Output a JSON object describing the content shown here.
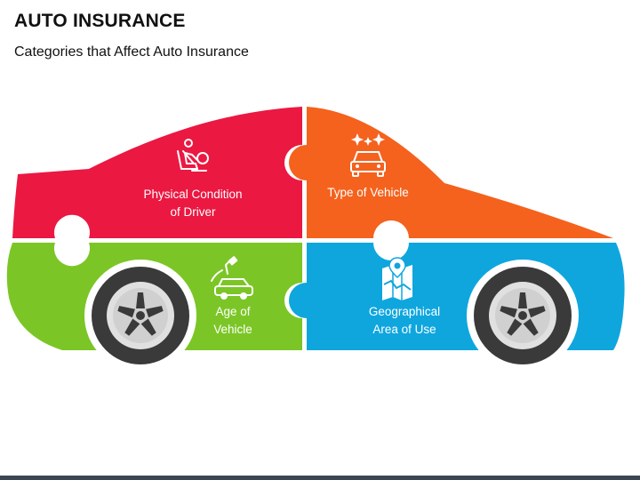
{
  "header": {
    "title": "AUTO INSURANCE",
    "subtitle": "Categories that Affect Auto Insurance"
  },
  "segments": [
    {
      "label_line1": "Physical Condition",
      "label_line2": "of Driver",
      "color": "#EB1842",
      "icon": "driver-seatbelt-icon"
    },
    {
      "label_line1": "Type of Vehicle",
      "label_line2": "",
      "color": "#F4621E",
      "icon": "sparkling-car-icon"
    },
    {
      "label_line1": "Age of",
      "label_line2": "Vehicle",
      "color": "#7BC626",
      "icon": "electric-car-icon"
    },
    {
      "label_line1": "Geographical",
      "label_line2": "Area of Use",
      "color": "#0FA6DE",
      "icon": "map-pin-icon"
    }
  ],
  "wheel_color": "#3A3A3A"
}
